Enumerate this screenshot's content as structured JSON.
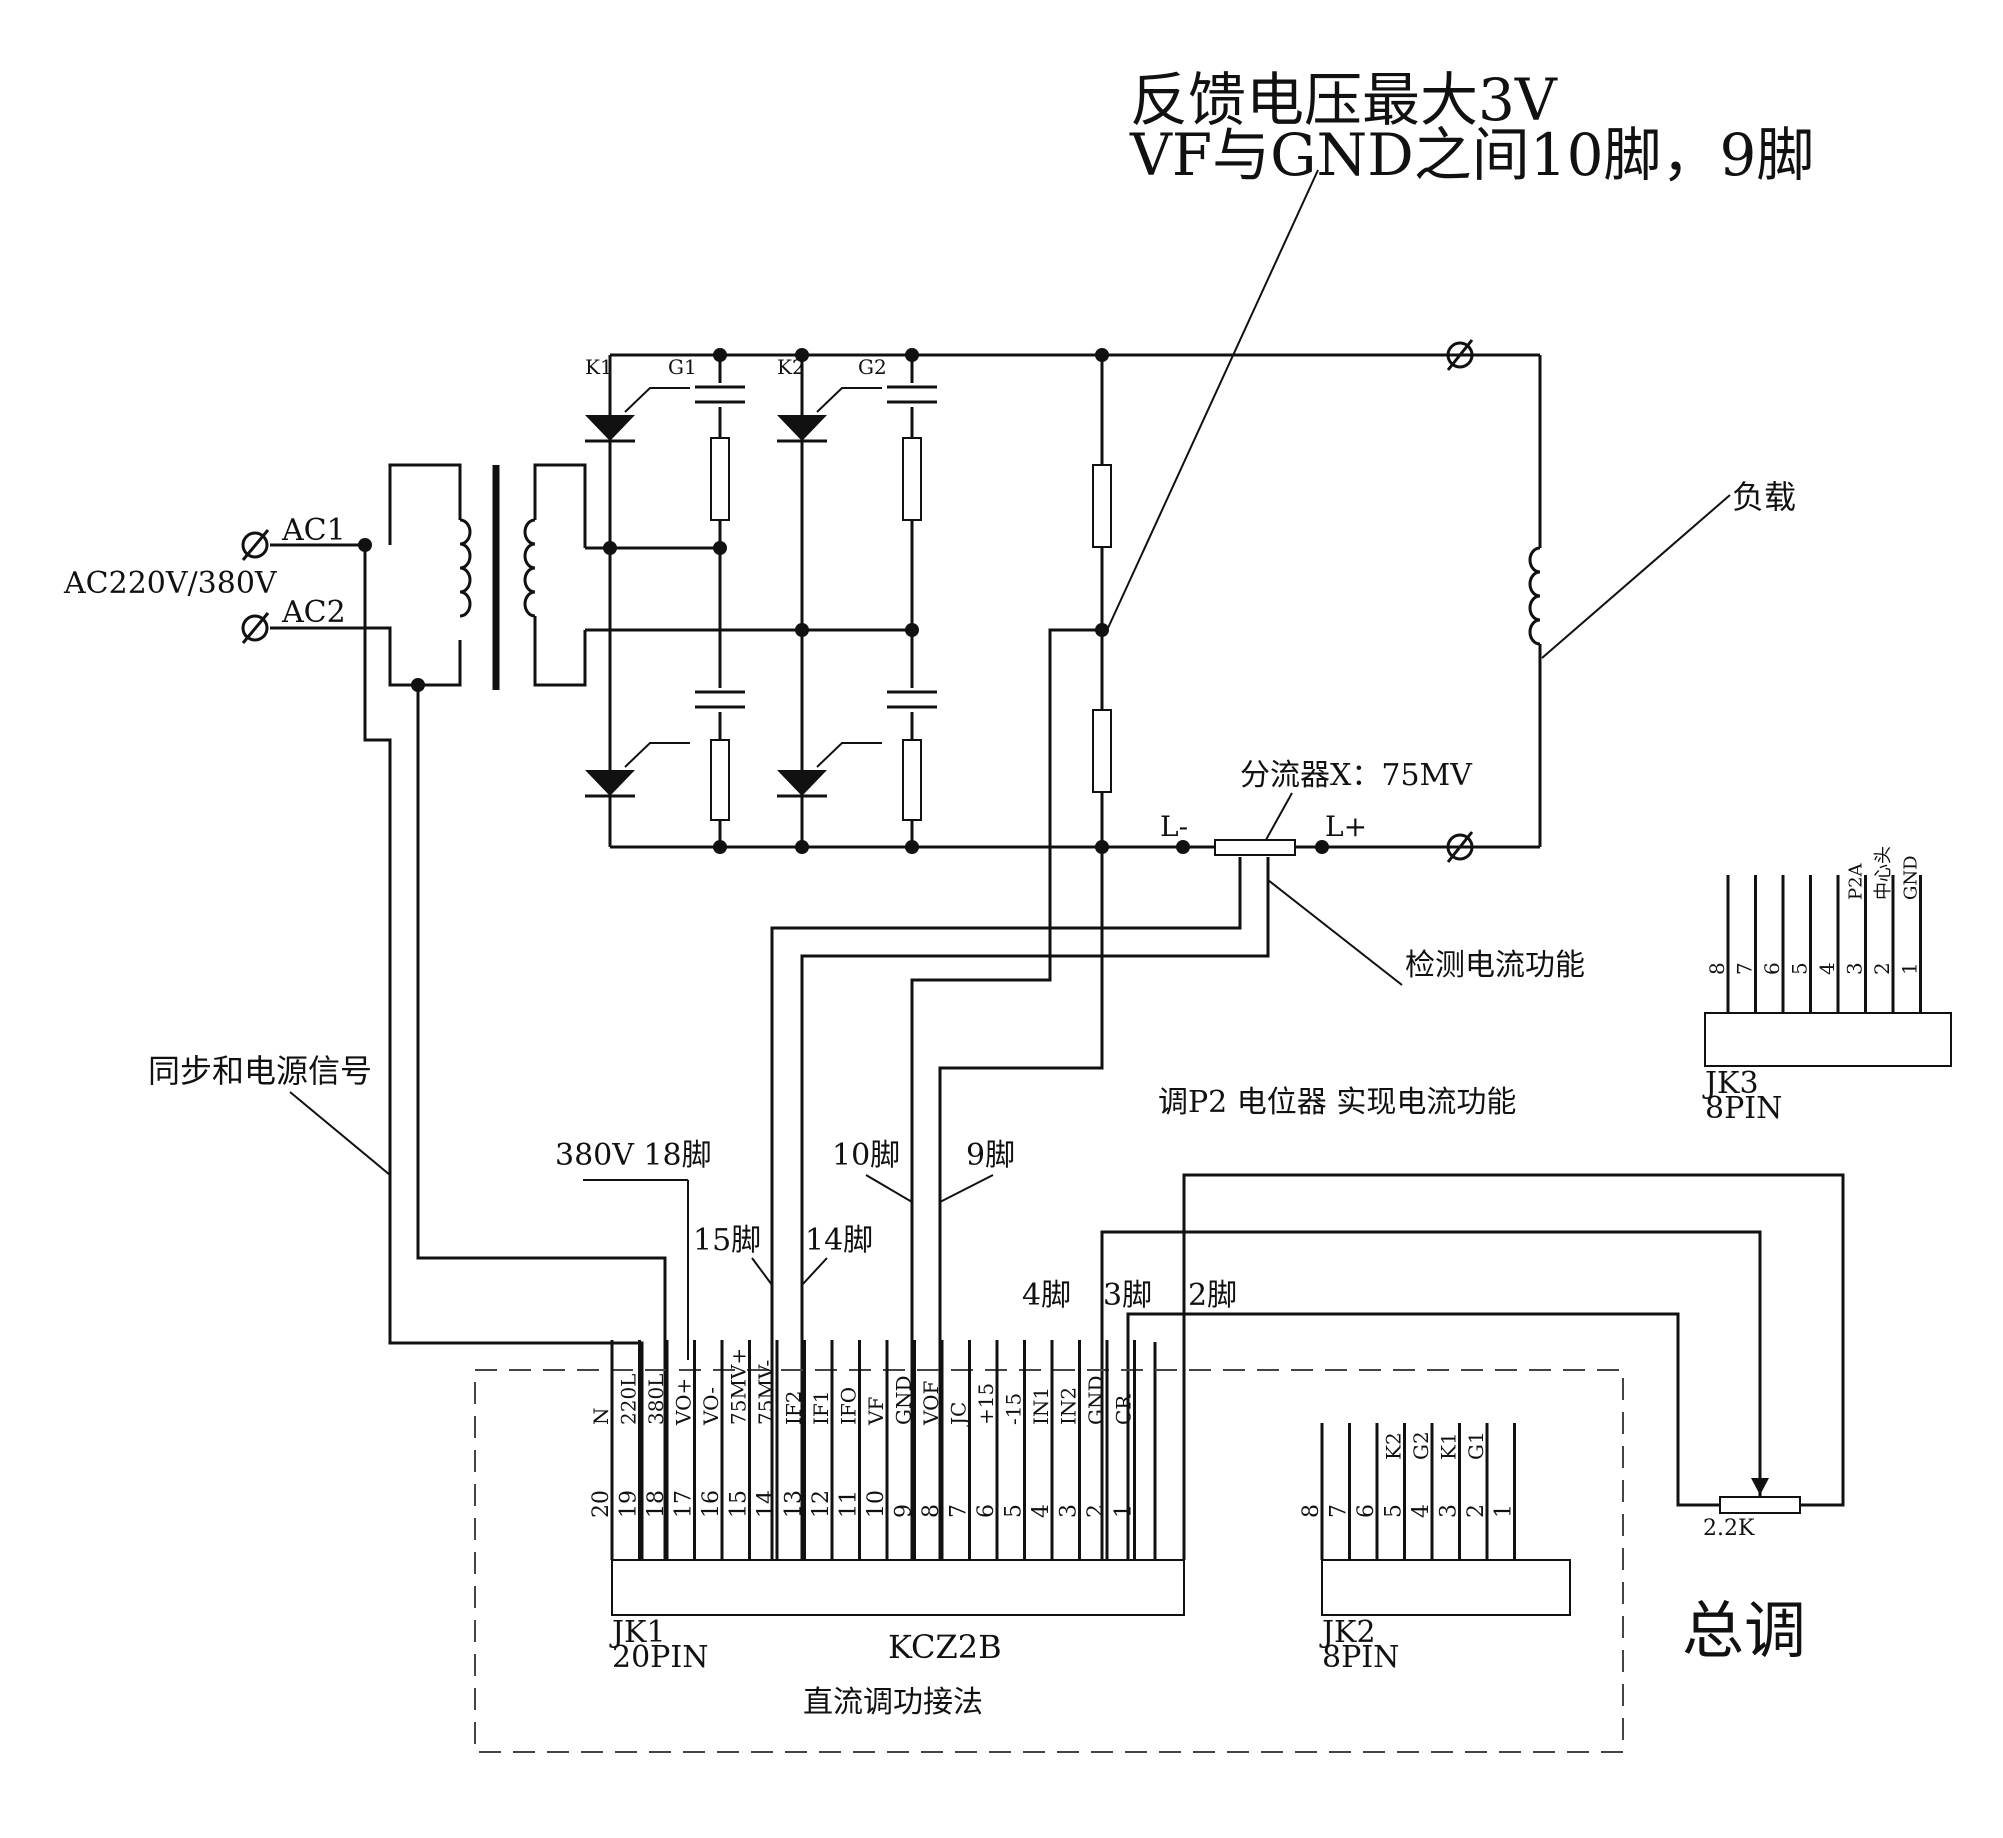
{
  "annotations": {
    "feedback_title_line1": "反馈电压最大3V",
    "feedback_title_line2": "VF与GND之间10脚，9脚",
    "load": "负载",
    "shunt": "分流器X：75MV",
    "detect_current": "检测电流功能",
    "adjust_p2": "调P2 电位器 实现电流功能",
    "sync_power": "同步和电源信号",
    "pin_380v_18": "380V 18脚",
    "pin_15": "15脚",
    "pin_14": "14脚",
    "pin_10": "10脚",
    "pin_9": "9脚",
    "pin_4": "4脚",
    "pin_3": "3脚",
    "pin_2": "2脚",
    "overall_adjust": "总调",
    "dc_method": "直流调功接法"
  },
  "power_input": {
    "supply": "AC220V/380V",
    "ac1": "AC1",
    "ac2": "AC2"
  },
  "scr_labels": {
    "k1": "K1",
    "g1": "G1",
    "k2": "K2",
    "g2": "G2"
  },
  "output_terminals": {
    "l_minus": "L-",
    "l_plus": "L+"
  },
  "potentiometer": {
    "value": "2.2K"
  },
  "board": {
    "model": "KCZ2B"
  },
  "connectors": {
    "jk1": {
      "name": "JK1",
      "pins_label": "20PIN",
      "pin_names": [
        "N",
        "220L",
        "380L",
        "VO+",
        "VO-",
        "75MV+",
        "75MV-",
        "IF2",
        "IF1",
        "IFO",
        "VF",
        "GND",
        "VOF",
        "JC",
        "+15",
        "-15",
        "IN1",
        "IN2",
        "GND",
        "CR"
      ],
      "pin_numbers": [
        "20",
        "19",
        "18",
        "17",
        "16",
        "15",
        "14",
        "13",
        "12",
        "11",
        "10",
        "9",
        "8",
        "7",
        "6",
        "5",
        "4",
        "3",
        "2",
        "1"
      ]
    },
    "jk2": {
      "name": "JK2",
      "pins_label": "8PIN",
      "pin_names": [
        "",
        "",
        "",
        "K2",
        "G2",
        "K1",
        "G1"
      ],
      "pin_numbers": [
        "8",
        "7",
        "6",
        "5",
        "4",
        "3",
        "2",
        "1"
      ]
    },
    "jk3": {
      "name": "JK3",
      "pins_label": "8PIN",
      "pin_names": [
        "",
        "",
        "",
        "",
        "",
        "P2A",
        "中心头",
        "GND"
      ],
      "pin_numbers": [
        "8",
        "7",
        "6",
        "5",
        "4",
        "3",
        "2",
        "1"
      ]
    }
  }
}
